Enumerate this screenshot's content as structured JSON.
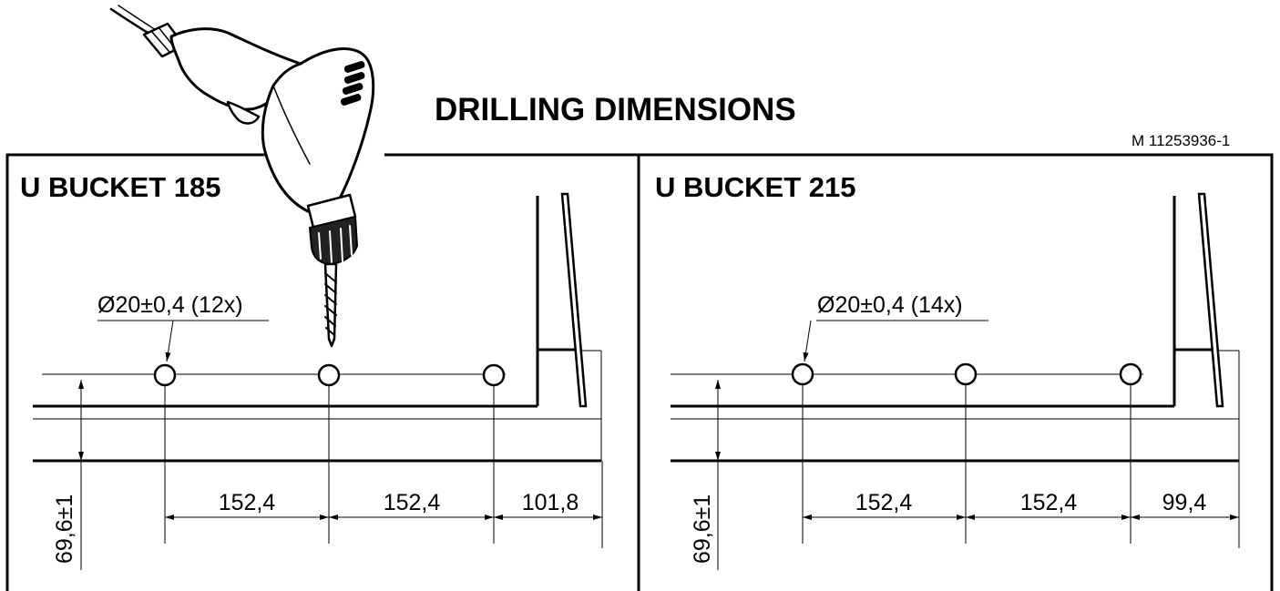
{
  "heading": "DRILLING DIMENSIONS",
  "ref_code": "M 11253936-1",
  "panels": [
    {
      "title": "U BUCKET 185",
      "hole_callout": "Ø20±0,4 (12x)",
      "vertical_dim": "69,6±1",
      "dims": [
        "152,4",
        "152,4",
        "101,8"
      ]
    },
    {
      "title": "U BUCKET 215",
      "hole_callout": "Ø20±0,4 (14x)",
      "vertical_dim": "69,6±1",
      "dims": [
        "152,4",
        "152,4",
        "99,4"
      ]
    }
  ],
  "illustration": "drill-icon"
}
